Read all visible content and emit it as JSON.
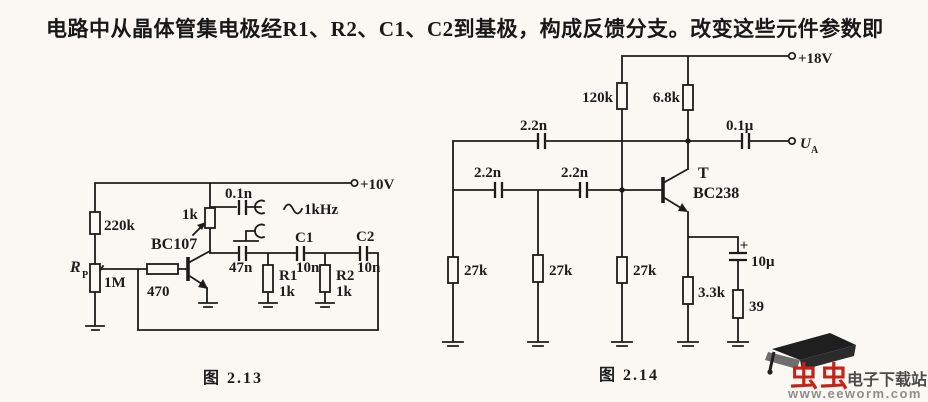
{
  "header": {
    "text": "电路中从晶体管集电极经R1、R2、C1、C2到基极，构成反馈分支。改变这些元件参数即"
  },
  "fig13": {
    "caption": "图 2.13",
    "supply": "+10V",
    "r220k": "220k",
    "rp_name": "R",
    "rp_sub": "P",
    "rp_val": "1M",
    "r470": "470",
    "transistor": "BC107",
    "pot1k": "1k",
    "c_out": "0.1n",
    "freq": "1kHz",
    "c_fb": "47n",
    "r1_name": "R1",
    "r1_val": "1k",
    "c1_name": "C1",
    "c1_val": "10n",
    "r2_name": "R2",
    "r2_val": "1k",
    "c2_name": "C2",
    "c2_val": "10n"
  },
  "fig14": {
    "caption": "图 2.14",
    "supply": "+18V",
    "r120k": "120k",
    "r68k": "6.8k",
    "c_top": "2.2n",
    "c_ladder1": "2.2n",
    "c_ladder2": "2.2n",
    "c_out": "0.1μ",
    "out_name": "U",
    "out_sub": "A",
    "t_name": "T",
    "t_type": "BC238",
    "r27k_1": "27k",
    "r27k_2": "27k",
    "r27k_3": "27k",
    "r_emitter": "3.3k",
    "c_bypass": "10μ",
    "c_polarity": "+",
    "r39": "39"
  },
  "watermark": {
    "brand": "虫虫",
    "site": "电子下载站",
    "url": "www.eeworm.com"
  },
  "icons": {
    "sine_wave": "sine-wave-icon",
    "output_jack": "jack-plug-icon",
    "graduation_cap": "graduation-cap-icon"
  },
  "colors": {
    "ink": "#1c1c1c",
    "paper": "#fbf8f3",
    "brand_red": "#c32318",
    "site_gray": "#4c4c4c",
    "url_gray": "#8d8d8d"
  }
}
